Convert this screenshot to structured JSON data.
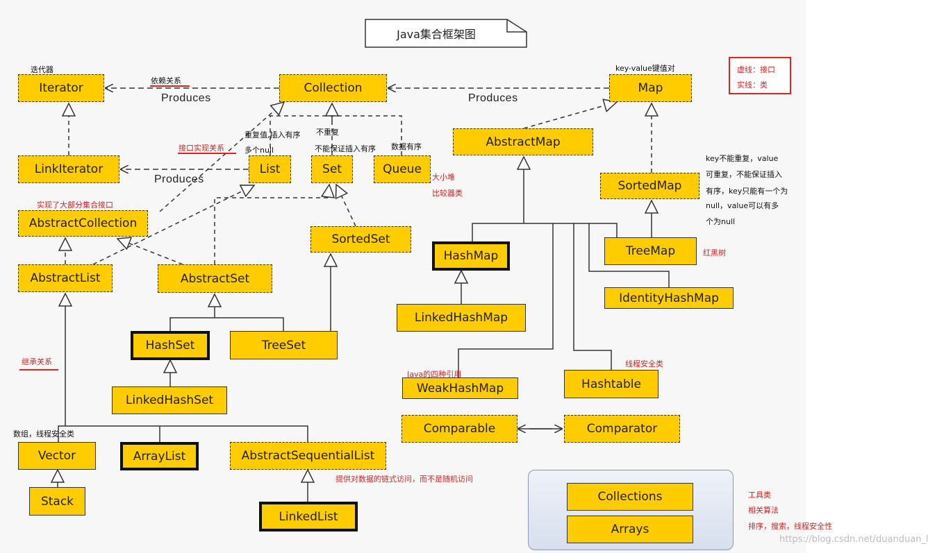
{
  "title": "Java集合框架图",
  "legend": {
    "dashed": "虚线：接口",
    "solid": "实线：类"
  },
  "nodes": {
    "iterator": "Iterator",
    "collection": "Collection",
    "map": "Map",
    "link_iterator": "LinkIterator",
    "list": "List",
    "set": "Set",
    "queue": "Queue",
    "abstract_map": "AbstractMap",
    "sorted_map": "SortedMap",
    "abstract_collection": "AbstractCollection",
    "sorted_set": "SortedSet",
    "hash_map": "HashMap",
    "tree_map": "TreeMap",
    "abstract_list": "AbstractList",
    "abstract_set": "AbstractSet",
    "identity_hash_map": "IdentityHashMap",
    "linked_hash_map": "LinkedHashMap",
    "hash_set": "HashSet",
    "tree_set": "TreeSet",
    "weak_hash_map": "WeakHashMap",
    "hashtable": "Hashtable",
    "linked_hash_set": "LinkedHashSet",
    "comparable": "Comparable",
    "comparator": "Comparator",
    "vector": "Vector",
    "array_list": "ArrayList",
    "abstract_sequential_list": "AbstractSequentialList",
    "collections": "Collections",
    "stack": "Stack",
    "arrays": "Arrays",
    "linked_list": "LinkedList"
  },
  "produces": [
    "Produces",
    "Produces",
    "Produces"
  ],
  "notes": {
    "iterator": "迭代器",
    "dependency": "依赖关系",
    "key_value": "key-value键值对",
    "interface_impl": "接口实现关系",
    "list_line1": "重复值,插入有序",
    "list_line2": "多个null",
    "set_line1": "不重复",
    "set_line2": "不能保证插入有序",
    "queue_note": "数据有序",
    "heap": "大小堆",
    "comparator_class": "比较器类",
    "sortedmap_lines": [
      "key不能重复，value",
      "可重复，不能保证插入",
      "有序，key只能有一个为",
      "null，value可以有多",
      "个为null"
    ],
    "abstract_collection": "实现了大部分集合接口",
    "red_black_tree": "红黑树",
    "inheritance": "继承关系",
    "thread_safe": "线程安全类",
    "java_refs": "Java的四种引用",
    "vector_note": "数组，线程安全类",
    "linked_access": "提供对数据的链式访问，而不是随机访问",
    "tools_lines": [
      "工具类",
      "相关算法",
      "排序，搜索，线程安全性"
    ],
    "watermark": "https://blog.csdn.net/duanduan_l"
  },
  "colors": {
    "node_fill": "#ffcc00",
    "annotation": "#dd2222",
    "tool_panel": "#dfe6f3"
  }
}
